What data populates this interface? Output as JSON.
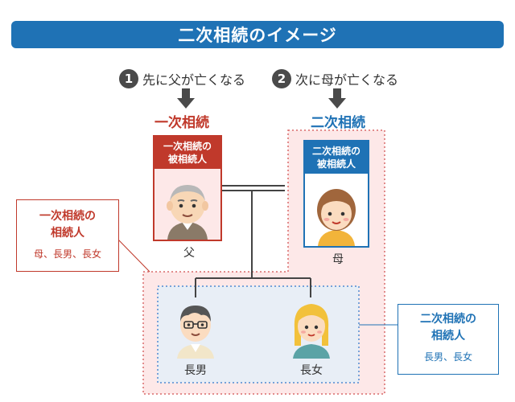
{
  "title": "二次相続のイメージ",
  "steps": [
    {
      "num": "1",
      "text": "先に父が亡くなる"
    },
    {
      "num": "2",
      "text": "次に母が亡くなる"
    }
  ],
  "first": {
    "label": "一次相続",
    "decedent_title": "一次相続の\n被相続人",
    "decedent_name": "父",
    "heirs_title": "一次相続の\n相続人",
    "heirs_list": "母、長男、長女"
  },
  "second": {
    "label": "二次相続",
    "decedent_title": "二次相続の\n被相続人",
    "decedent_name": "母",
    "heirs_title": "二次相続の\n相続人",
    "heirs_list": "長男、長女"
  },
  "children": [
    {
      "name": "長男"
    },
    {
      "name": "長女"
    }
  ],
  "colors": {
    "blue": "#1f72b5",
    "red": "#c0392b",
    "pink_bg": "#fde8e8",
    "blue_bg": "#e8eef6"
  }
}
